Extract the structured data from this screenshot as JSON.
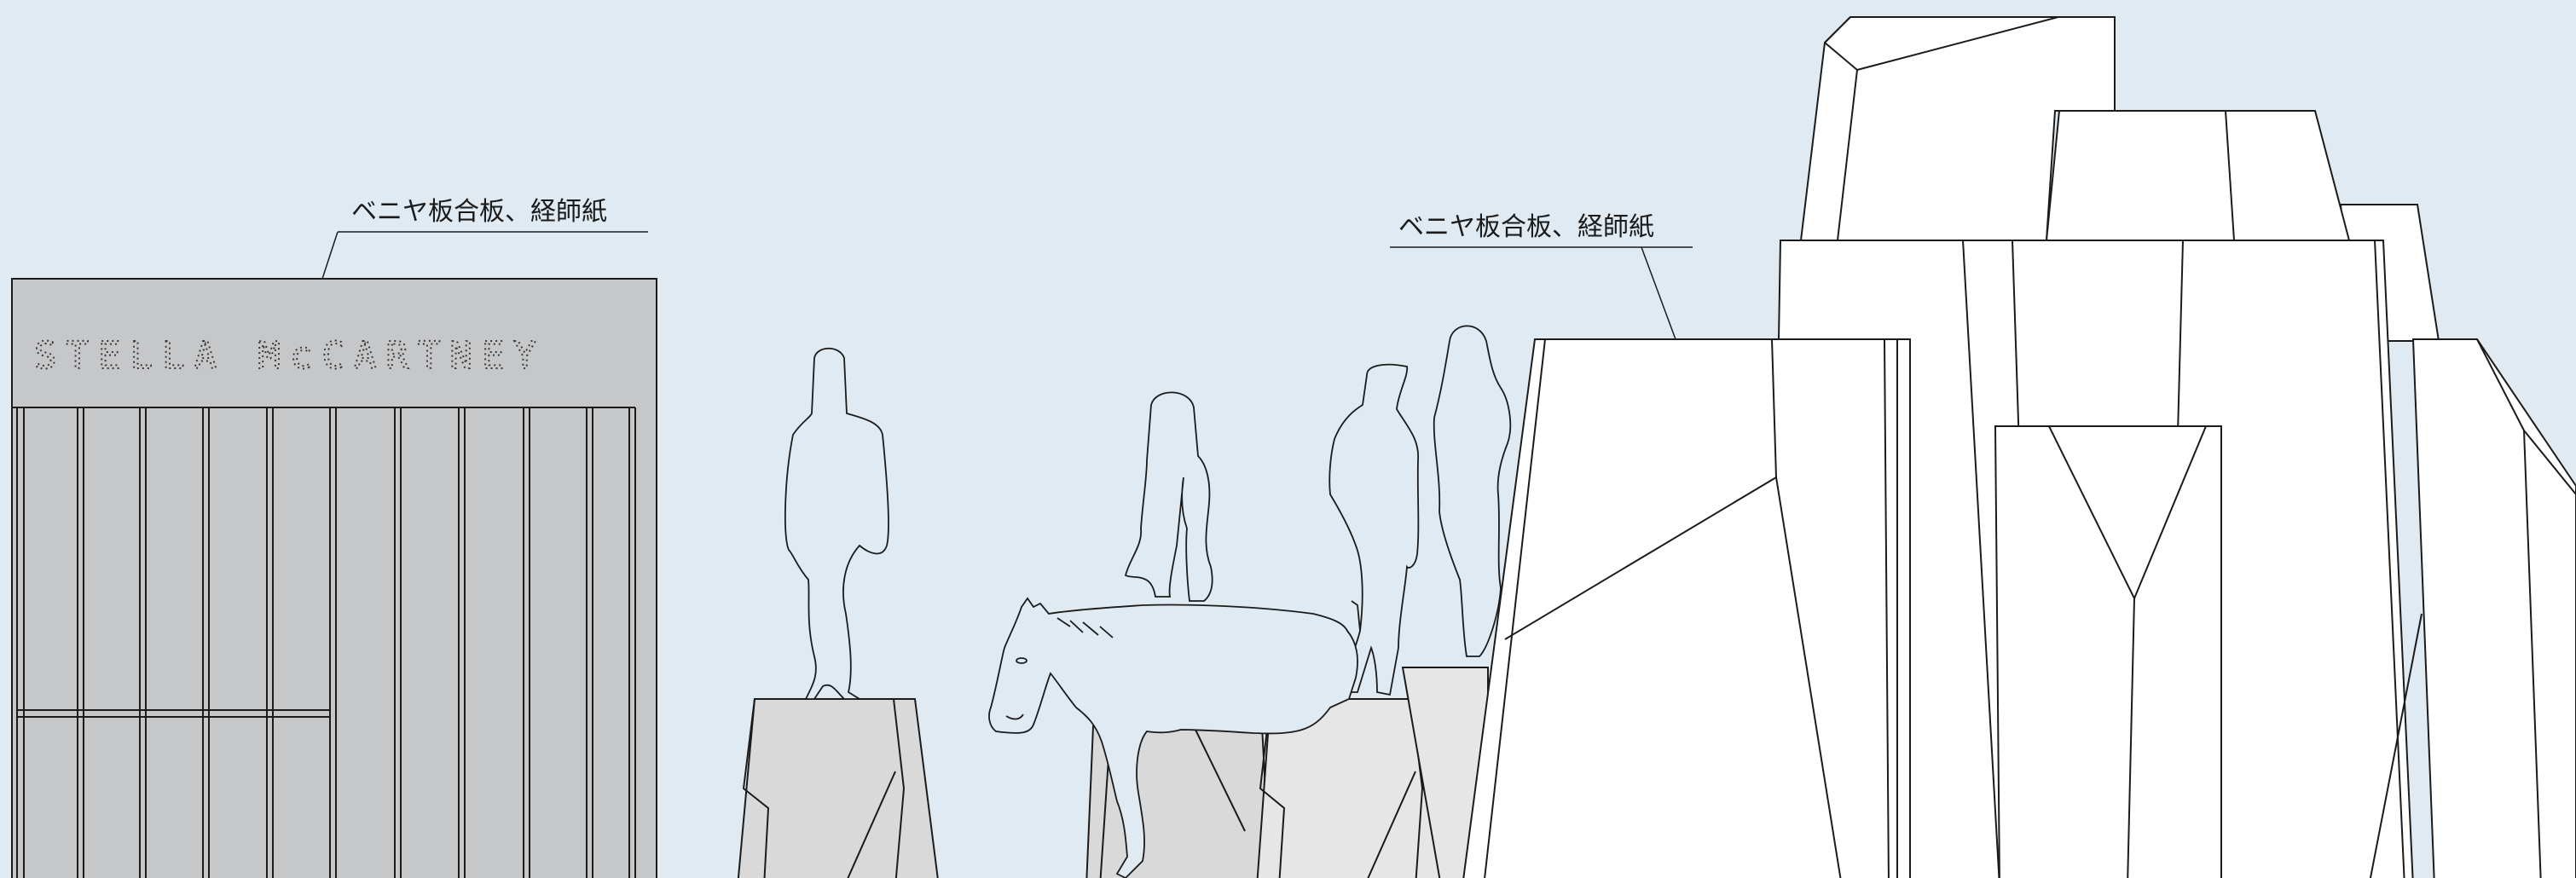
{
  "annotations": {
    "left": "ベニヤ板合板、経師紙",
    "right": "ベニヤ板合板、経師紙"
  },
  "sign": {
    "brand": "STELLA McCARTNEY"
  },
  "colors": {
    "background": "#dfeaf2",
    "stroke": "#1b1b1b",
    "facade_gray": "#c6c7c9",
    "pedestal_gray": "#d9d9d9",
    "pedestal_light": "#e6e6e6",
    "rock_white": "#ffffff"
  }
}
